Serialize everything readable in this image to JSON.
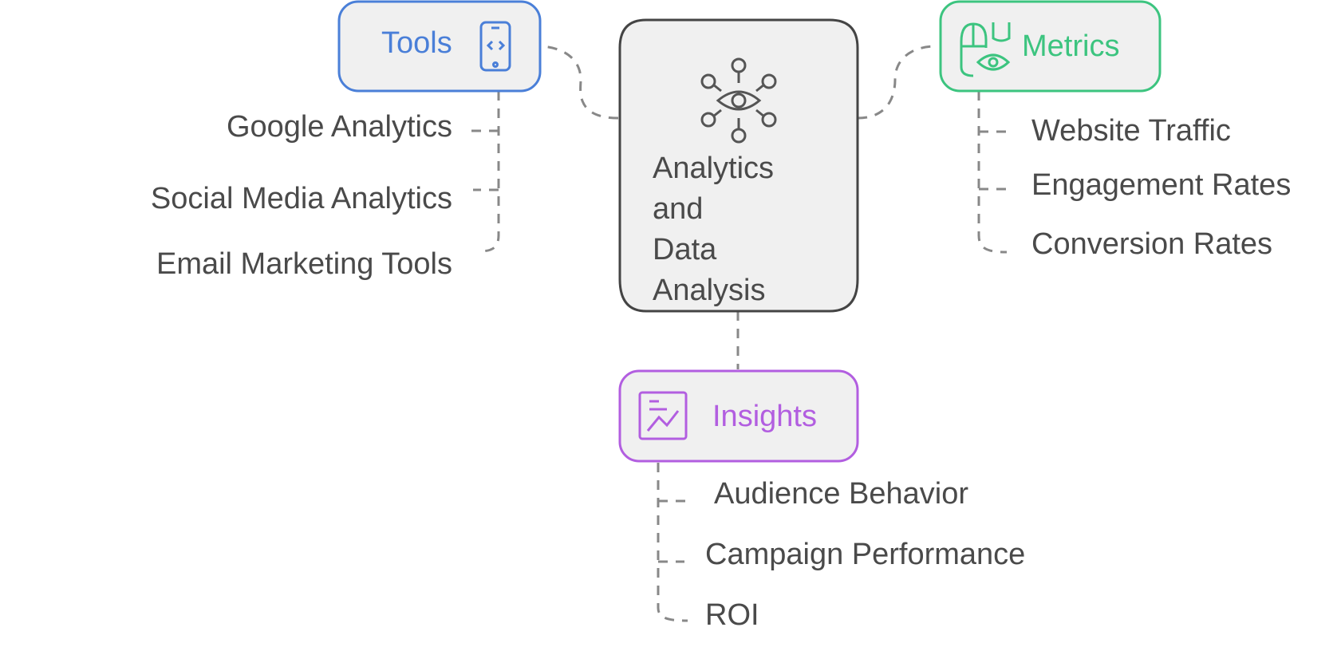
{
  "diagram": {
    "center": {
      "title": "Analytics and Data Analysis",
      "icon": "eye-network-icon"
    },
    "branches": {
      "tools": {
        "title": "Tools",
        "icon": "mobile-code-icon",
        "color": "#4a7fd8",
        "items": [
          "Google Analytics",
          "Social Media Analytics",
          "Email Marketing Tools"
        ]
      },
      "metrics": {
        "title": "Metrics",
        "icon": "mouse-eye-icon",
        "color": "#3cc47f",
        "items": [
          "Website Traffic",
          "Engagement Rates",
          "Conversion Rates"
        ]
      },
      "insights": {
        "title": "Insights",
        "icon": "chart-trend-icon",
        "color": "#b25ee0",
        "items": [
          "Audience Behavior",
          "Campaign Performance",
          "ROI"
        ]
      }
    },
    "colors": {
      "node_fill": "#f0f0f0",
      "center_border": "#444444",
      "connector": "#888888",
      "text": "#4a4a4a"
    }
  }
}
